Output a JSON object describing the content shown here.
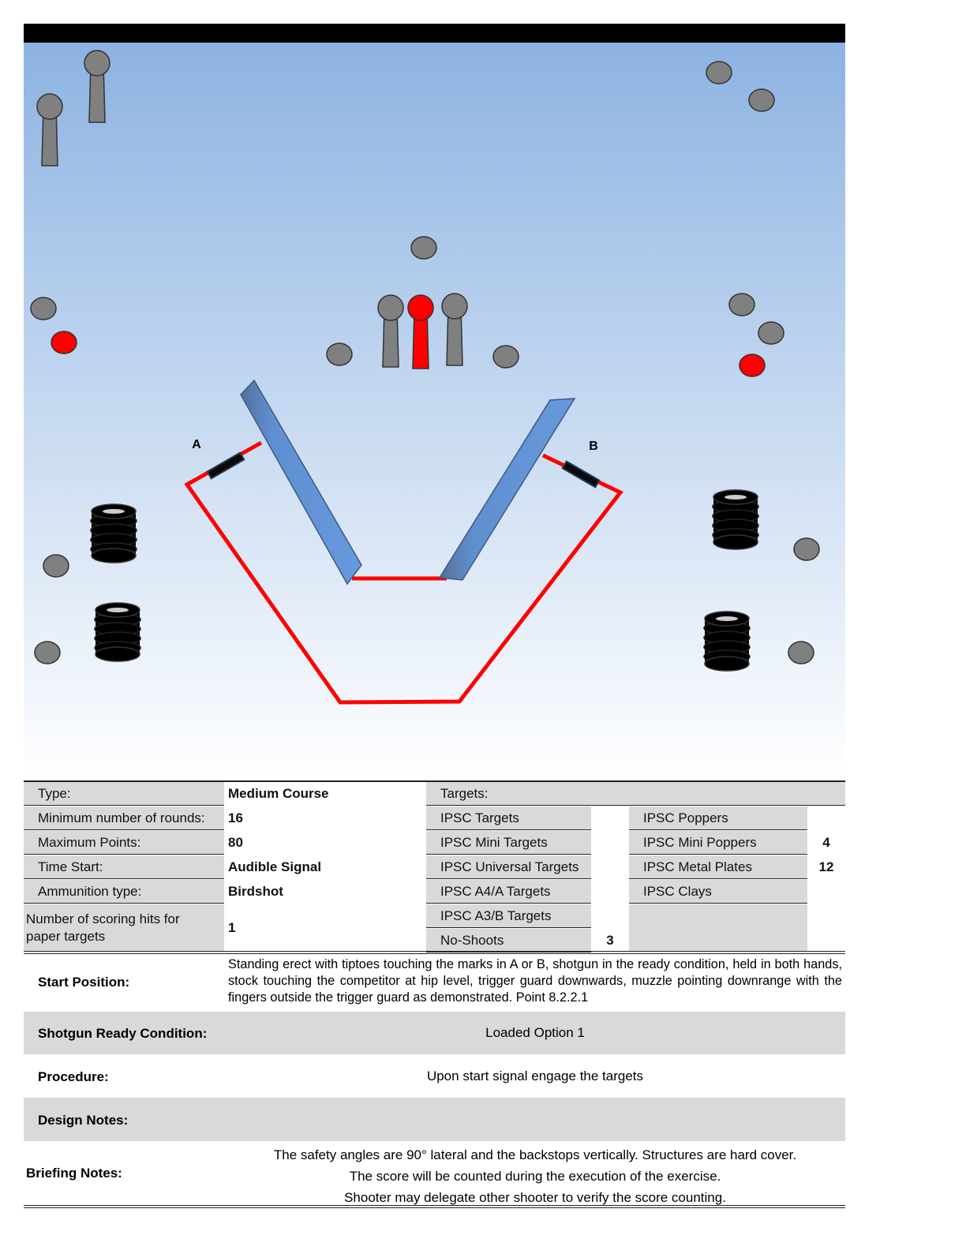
{
  "diagram": {
    "label_a": "A",
    "label_b": "B",
    "colors": {
      "sky_top": "#8db3e2",
      "sky_bottom": "#ffffff",
      "fault_line": "#ff0000",
      "wall": "#5f8fd0",
      "steel": "#808080",
      "no_shoot": "#ff0000",
      "barrel": "#000000"
    }
  },
  "info": {
    "type_label": "Type:",
    "type_value": "Medium Course",
    "rounds_label": "Minimum number of rounds:",
    "rounds_value": "16",
    "points_label": "Maximum Points:",
    "points_value": "80",
    "start_label": "Time Start:",
    "start_value": "Audible Signal",
    "ammo_label": "Ammunition type:",
    "ammo_value": "Birdshot",
    "hits_label": "Number of scoring hits for paper targets",
    "hits_value": "1"
  },
  "targets": {
    "header": "Targets:",
    "left": [
      {
        "label": "IPSC Targets",
        "count": ""
      },
      {
        "label": "IPSC Mini Targets",
        "count": ""
      },
      {
        "label": "IPSC Universal Targets",
        "count": ""
      },
      {
        "label": "IPSC A4/A Targets",
        "count": ""
      },
      {
        "label": "IPSC A3/B Targets",
        "count": ""
      },
      {
        "label": "No-Shoots",
        "count": "3"
      }
    ],
    "right": [
      {
        "label": "IPSC Poppers",
        "count": ""
      },
      {
        "label": "IPSC Mini Poppers",
        "count": "4"
      },
      {
        "label": "IPSC Metal Plates",
        "count": "12"
      },
      {
        "label": "IPSC Clays",
        "count": ""
      }
    ]
  },
  "sections": {
    "start_label": "Start Position:",
    "start_text": "Standing erect with tiptoes touching the marks in A or B, shotgun in the ready condition, held in both hands, stock touching the competitor at hip level, trigger guard downwards, muzzle pointing downrange with the fingers outside the trigger guard as demonstrated. Point 8.2.2.1",
    "ready_label": "Shotgun Ready Condition:",
    "ready_text": "Loaded Option 1",
    "procedure_label": "Procedure:",
    "procedure_text": "Upon start signal engage the targets",
    "design_label": "Design Notes:",
    "briefing_label": "Briefing Notes:",
    "briefing_lines": [
      "The safety angles are 90° lateral and the backstops vertically. Structures are hard cover.",
      "The score will be counted during the execution of the exercise.",
      "Shooter may delegate other shooter to verify the score counting."
    ]
  }
}
